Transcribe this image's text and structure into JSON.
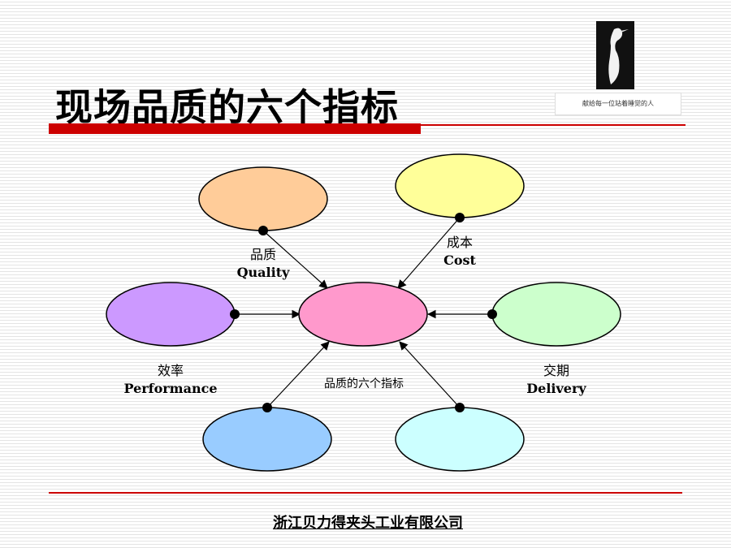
{
  "slide": {
    "title": "现场品质的六个指标",
    "footer": "浙江贝力得夹头工业有限公司"
  },
  "logo": {
    "caption": "献给每一位站着睡觉的人"
  },
  "diagram": {
    "center": {
      "label": "品质的六个指标",
      "color": "#ff99cc"
    },
    "nodes": [
      {
        "id": "quality",
        "cn": "品质",
        "en": "Quality",
        "color": "#ffcc99"
      },
      {
        "id": "cost",
        "cn": "成本",
        "en": "Cost",
        "color": "#ffff99"
      },
      {
        "id": "efficiency",
        "cn": "效率",
        "en": "Performance",
        "color": "#cc99ff"
      },
      {
        "id": "delivery",
        "cn": "交期",
        "en": "Delivery",
        "color": "#ccffcc"
      },
      {
        "id": "bottom-left",
        "color": "#99ccff"
      },
      {
        "id": "bottom-right",
        "color": "#ccffff"
      }
    ]
  }
}
